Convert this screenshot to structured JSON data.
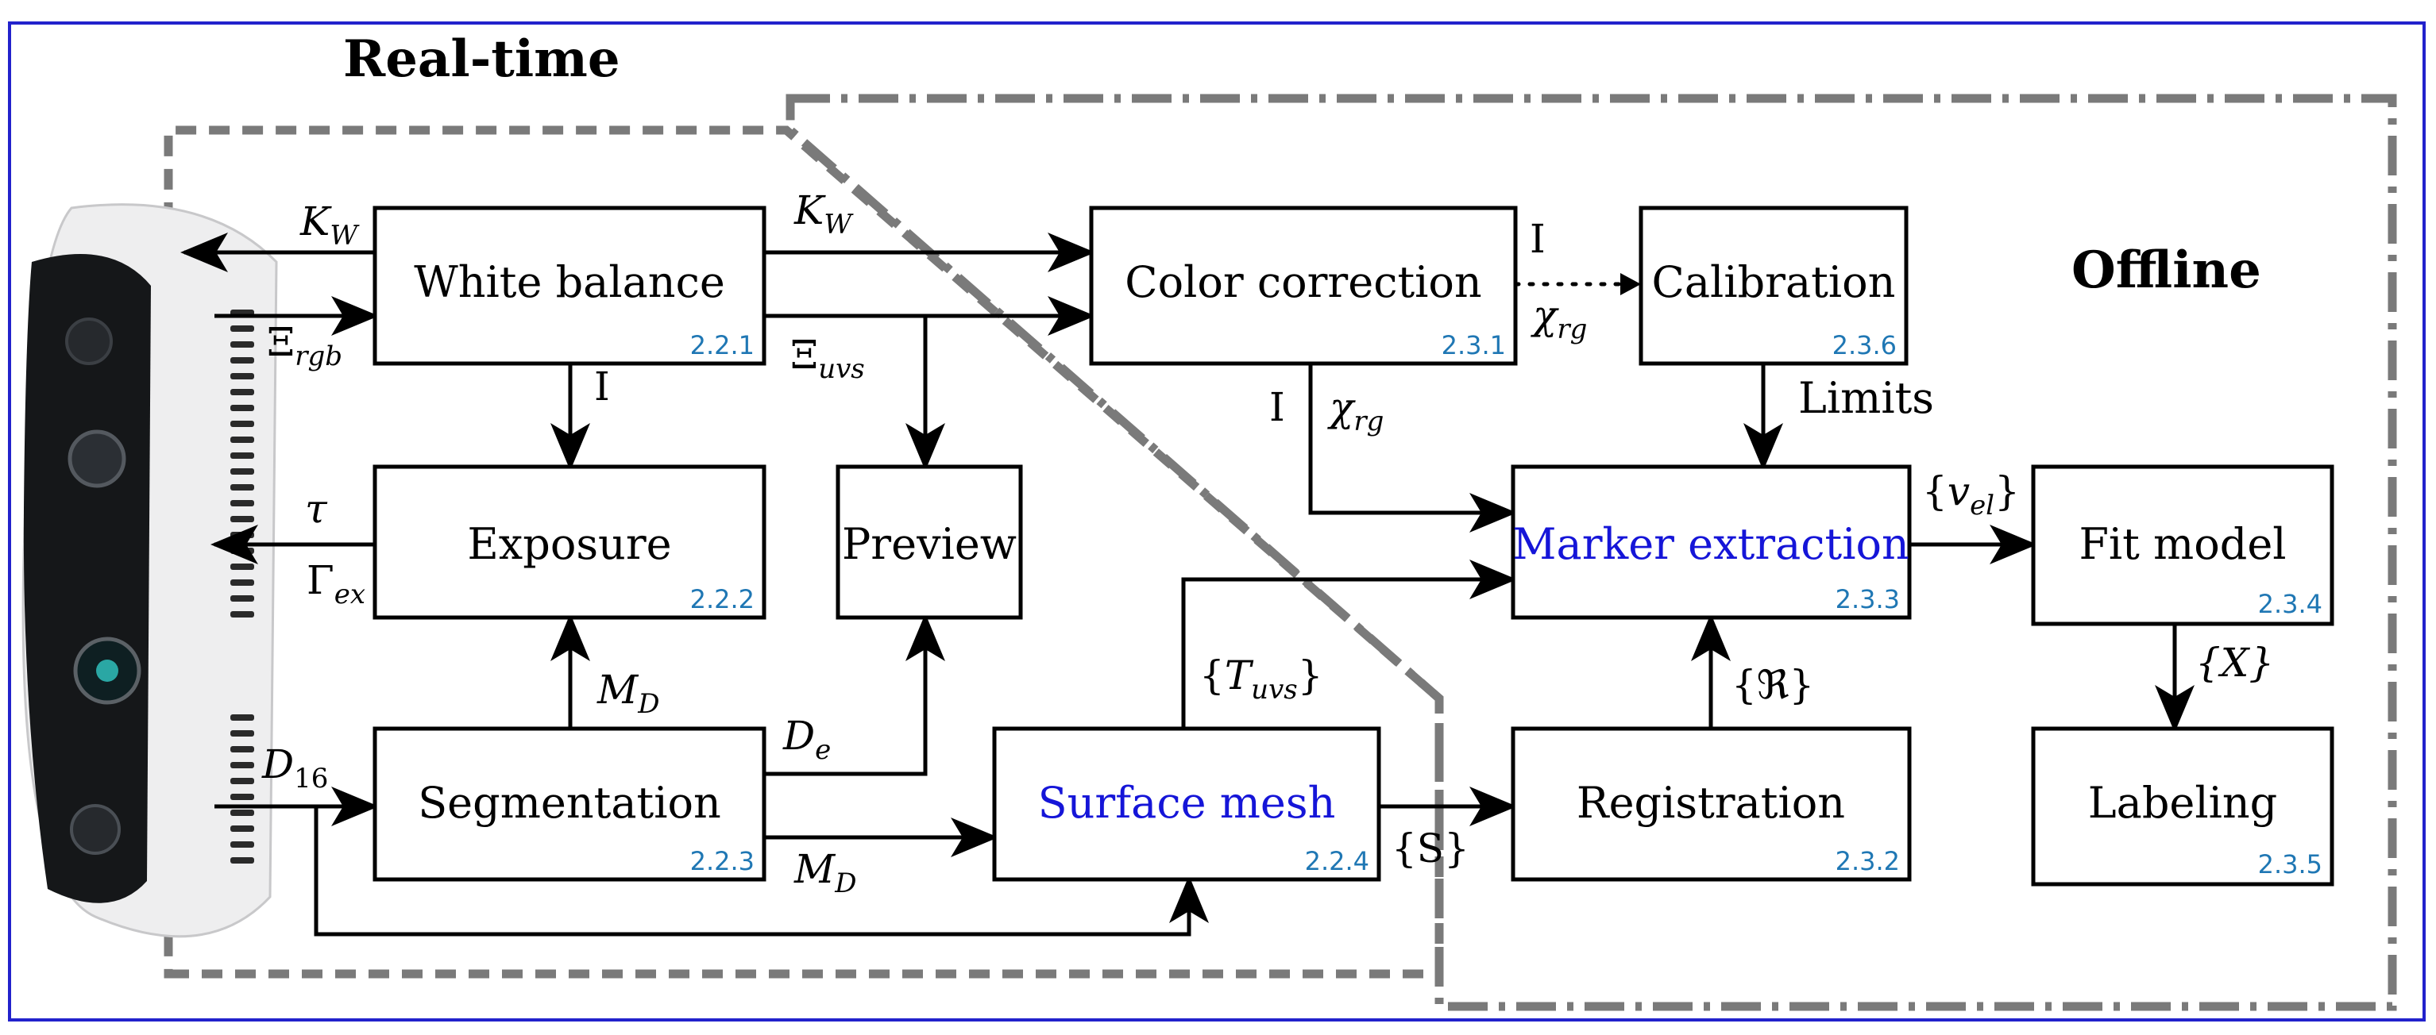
{
  "headings": {
    "realtime": "Real-time",
    "offline": "Offline"
  },
  "nodes": {
    "white_balance": {
      "label": "White balance",
      "ref": "2.2.1"
    },
    "exposure": {
      "label": "Exposure",
      "ref": "2.2.2"
    },
    "segmentation": {
      "label": "Segmentation",
      "ref": "2.2.3"
    },
    "surface_mesh": {
      "label": "Surface mesh",
      "ref": "2.2.4"
    },
    "preview": {
      "label": "Preview"
    },
    "color_correction": {
      "label": "Color correction",
      "ref": "2.3.1"
    },
    "calibration": {
      "label": "Calibration",
      "ref": "2.3.6"
    },
    "marker_extraction": {
      "label": "Marker extraction",
      "ref": "2.3.3"
    },
    "registration": {
      "label": "Registration",
      "ref": "2.3.2"
    },
    "fit_model": {
      "label": "Fit model",
      "ref": "2.3.4"
    },
    "labeling": {
      "label": "Labeling",
      "ref": "2.3.5"
    }
  },
  "edge_labels": {
    "kw_left": {
      "base": "K",
      "sub": "W"
    },
    "xi_rgb": {
      "base": "Ξ",
      "sub": "rgb"
    },
    "kw_right": {
      "base": "K",
      "sub": "W"
    },
    "xi_uvs": {
      "base": "Ξ",
      "sub": "uvs"
    },
    "i_wb_exp": "I",
    "tau": "τ",
    "gamma_ex": {
      "base": "Γ",
      "sub": "ex"
    },
    "md_seg_exp": {
      "base": "M",
      "sub": "D"
    },
    "d16": {
      "base": "D",
      "sub": "16"
    },
    "de": {
      "base": "D",
      "sub": "e"
    },
    "md_seg_mesh": {
      "base": "M",
      "sub": "D"
    },
    "t_uvs": {
      "pre": "{",
      "base": "T",
      "sub": "uvs",
      "post": "}"
    },
    "s_set": "{S}",
    "i_cc_cal": "I",
    "chi_cc_cal": {
      "base": "χ",
      "sub": "rg"
    },
    "i_cc_me": "I",
    "chi_cc_me": {
      "base": "χ",
      "sub": "rg"
    },
    "limits": "Limits",
    "re_set": "{ℜ}",
    "v_el": {
      "pre": "{",
      "base": "v",
      "sub": "el",
      "post": "}"
    },
    "x_set": "{X}"
  }
}
